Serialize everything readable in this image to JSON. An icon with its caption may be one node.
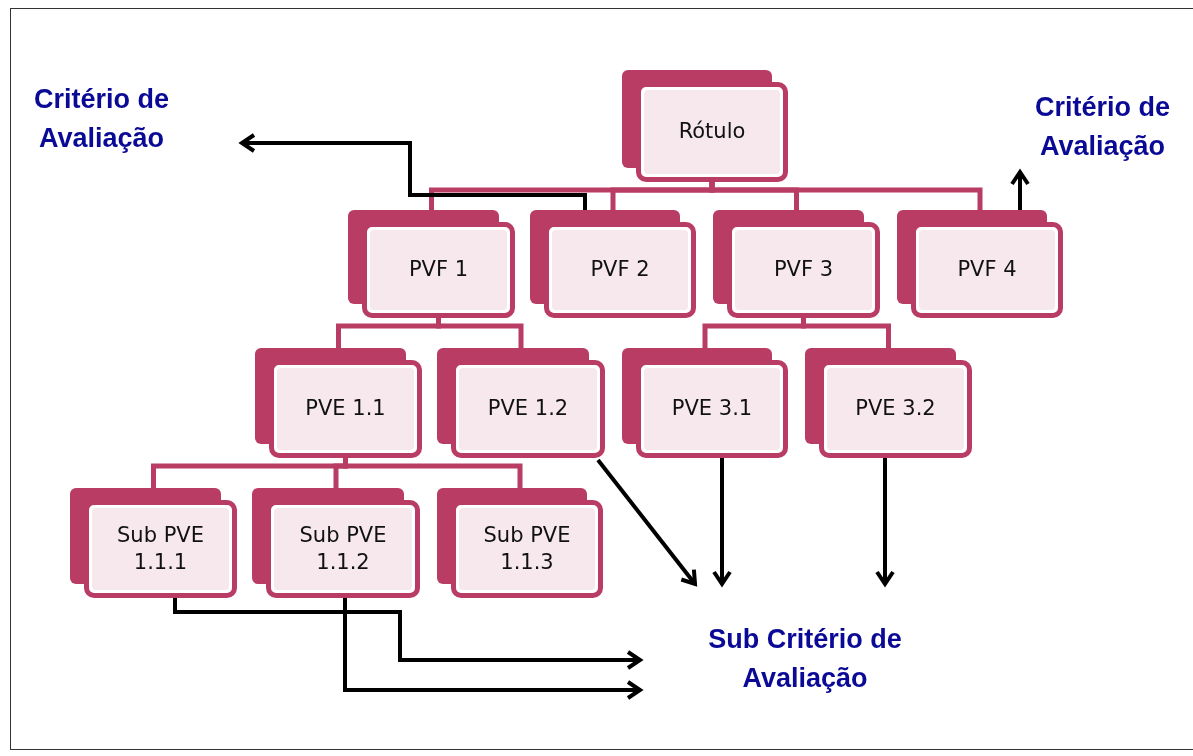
{
  "diagram": {
    "nodes": [
      {
        "text": [
          "Rótulo"
        ]
      },
      {
        "text": [
          "PVF 1"
        ]
      },
      {
        "text": [
          "PVF 2"
        ]
      },
      {
        "text": [
          "PVF 3"
        ]
      },
      {
        "text": [
          "PVF 4"
        ]
      },
      {
        "text": [
          "PVE 1.1"
        ]
      },
      {
        "text": [
          "PVE 1.2"
        ]
      },
      {
        "text": [
          "PVE 3.1"
        ]
      },
      {
        "text": [
          "PVE 3.2"
        ]
      },
      {
        "text": [
          "Sub PVE 1.1.1"
        ]
      },
      {
        "text": [
          "Sub PVE 1.1.2"
        ]
      },
      {
        "text": [
          "Sub PVE 1.1.3"
        ]
      },
      {
        "text": [
          "Critério de Avaliação"
        ]
      },
      {
        "text": [
          "Critério de Avaliação"
        ]
      },
      {
        "text": [
          "Sub Critério de Avaliação"
        ]
      }
    ],
    "edges": [
      {
        "from": 0,
        "to": 1,
        "arrow": "none"
      },
      {
        "from": 0,
        "to": 2,
        "arrow": "none"
      },
      {
        "from": 0,
        "to": 3,
        "arrow": "none"
      },
      {
        "from": 0,
        "to": 4,
        "arrow": "none"
      },
      {
        "from": 1,
        "to": 5,
        "arrow": "none"
      },
      {
        "from": 1,
        "to": 6,
        "arrow": "none"
      },
      {
        "from": 3,
        "to": 7,
        "arrow": "none"
      },
      {
        "from": 3,
        "to": 8,
        "arrow": "none"
      },
      {
        "from": 5,
        "to": 9,
        "arrow": "none"
      },
      {
        "from": 5,
        "to": 10,
        "arrow": "none"
      },
      {
        "from": 5,
        "to": 11,
        "arrow": "none"
      },
      {
        "from": 2,
        "to": 12,
        "arrow": "to",
        "color": "#000000"
      },
      {
        "from": 4,
        "to": 13,
        "arrow": "to",
        "color": "#000000"
      },
      {
        "from": 6,
        "to": 14,
        "arrow": "to",
        "color": "#000000"
      },
      {
        "from": 7,
        "to": 14,
        "arrow": "to",
        "color": "#000000"
      },
      {
        "from": 8,
        "to": 14,
        "arrow": "to",
        "color": "#000000"
      },
      {
        "from": 9,
        "to": 14,
        "arrow": "to",
        "color": "#000000"
      },
      {
        "from": 10,
        "to": 14,
        "arrow": "to",
        "color": "#000000"
      }
    ]
  }
}
